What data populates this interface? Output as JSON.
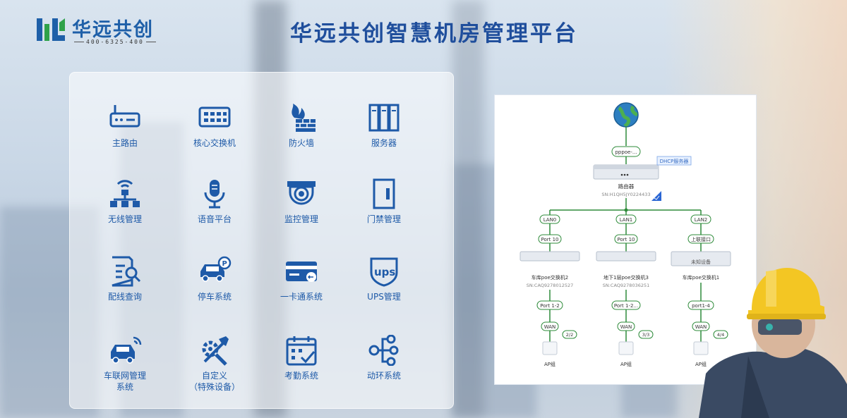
{
  "header": {
    "logo_name": "华远共创",
    "logo_phone": "400-6325-400",
    "title": "华远共创智慧机房管理平台"
  },
  "colors": {
    "brand_blue": "#1e5aa8",
    "title_blue": "#1f4e9c",
    "topo_green": "#2e8b3a",
    "helmet_yellow": "#f3c623"
  },
  "modules": [
    {
      "icon": "router-icon",
      "label": "主路由"
    },
    {
      "icon": "switch-icon",
      "label": "核心交换机"
    },
    {
      "icon": "firewall-icon",
      "label": "防火墙"
    },
    {
      "icon": "server-icon",
      "label": "服务器"
    },
    {
      "icon": "wireless-network-icon",
      "label": "无线管理"
    },
    {
      "icon": "microphone-icon",
      "label": "语音平台"
    },
    {
      "icon": "camera-icon",
      "label": "监控管理"
    },
    {
      "icon": "door-icon",
      "label": "门禁管理"
    },
    {
      "icon": "cable-search-icon",
      "label": "配线查询"
    },
    {
      "icon": "parking-car-icon",
      "label": "停车系统"
    },
    {
      "icon": "card-icon",
      "label": "一卡通系统"
    },
    {
      "icon": "ups-icon",
      "label": "UPS管理"
    },
    {
      "icon": "connected-car-icon",
      "label": "车联网管理",
      "label2": "系统"
    },
    {
      "icon": "tools-icon",
      "label": "自定义",
      "label2": "（特殊设备）"
    },
    {
      "icon": "calendar-check-icon",
      "label": "考勤系统"
    },
    {
      "icon": "network-tree-icon",
      "label": "动环系统"
    }
  ],
  "ups_text": "ups",
  "topology": {
    "wan_link": "pppoe-...",
    "dhcp_tag": "DHCP服务器",
    "router_name": "路由器",
    "router_sn": "SN:H1QH5JY0224433",
    "branches": [
      {
        "lan": "LAN0",
        "port": "Port 10",
        "switch_name": "车库poe交换机2",
        "switch_sn": "SN:CAQ9278012527",
        "sw_port": "Port 1-2",
        "wan": "WAN",
        "count": "2/2",
        "ap": "AP组"
      },
      {
        "lan": "LAN1",
        "port": "Port 10",
        "switch_name": "地下1层poe交换机3",
        "switch_sn": "SN:CAQ9278036251",
        "sw_port": "Port 1-2...",
        "wan": "WAN",
        "count": "3/3",
        "ap": "AP组"
      },
      {
        "lan": "LAN2",
        "port": "上联接口",
        "switch_name": "车库poe交换机1",
        "switch_sn": "",
        "sw_port": "port1-4",
        "wan": "WAN",
        "count": "4/4",
        "ap": "AP组",
        "unknown": "未知设备"
      }
    ]
  }
}
